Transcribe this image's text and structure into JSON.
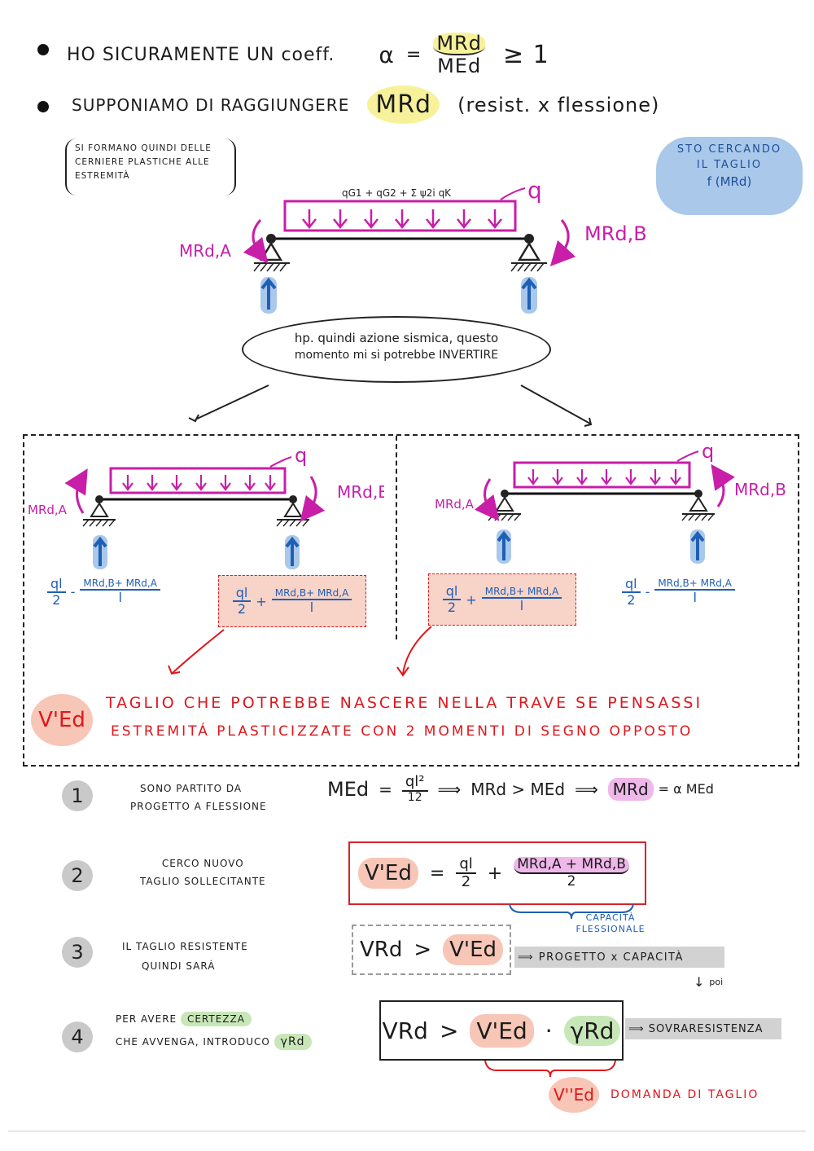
{
  "top": {
    "line1": {
      "text": "HO SICURAMENTE UN coeff.",
      "alpha": "α",
      "equals": "=",
      "num": "MRd",
      "den": "MEd",
      "ge": "≥ 1"
    },
    "line2": {
      "text": "SUPPONIAMO DI RAGGIUNGERE",
      "mrd": "MRd",
      "paren": "(resist. x flessione)"
    }
  },
  "note_plastic": "SI FORMANO QUINDI DELLE CERNIERE PLASTICHE ALLE ESTREMITÀ",
  "blue_note": {
    "line1": "STO CERCANDO",
    "line2": "IL TAGLIO",
    "line3": "f (MRd)"
  },
  "main_beam": {
    "load_label": "qG1 + qG2 + Σ ψ2i qK",
    "q": "q",
    "left_moment": "MRd,A",
    "right_moment": "MRd,B"
  },
  "ellipse_note": {
    "line1": "hp. quindi azione sismica, questo",
    "line2": "momento mi si potrebbe INVERTIRE"
  },
  "case_left": {
    "q": "q",
    "left_moment": "MRd,A",
    "right_moment": "MRd,B",
    "left_expr": {
      "n1": "ql",
      "d1": "2",
      "op": "-",
      "n2": "MRd,B+ MRd,A",
      "d2": "l"
    },
    "right_expr": {
      "n1": "ql",
      "d1": "2",
      "op": "+",
      "n2": "MRd,B+ MRd,A",
      "d2": "l"
    }
  },
  "case_right": {
    "q": "q",
    "left_moment": "MRd,A",
    "right_moment": "MRd,B",
    "left_expr": {
      "n1": "ql",
      "d1": "2",
      "op": "+",
      "n2": "MRd,B+ MRd,A",
      "d2": "l"
    },
    "right_expr": {
      "n1": "ql",
      "d1": "2",
      "op": "-",
      "n2": "MRd,B+ MRd,A",
      "d2": "l"
    }
  },
  "ved_box": {
    "symbol": "V'Ed",
    "line1": "TAGLIO CHE POTREBBE NASCERE NELLA TRAVE SE PENSASSI",
    "line2": "ESTREMITÁ PLASTICIZZATE CON 2 MOMENTI DI SEGNO OPPOSTO"
  },
  "steps": [
    {
      "num": "1",
      "text1": "SONO PARTITO DA",
      "text2": "PROGETTO A FLESSIONE",
      "formula": {
        "lhs": "MEd",
        "eq": "=",
        "num": "ql²",
        "den": "12",
        "arrow1": "⟹",
        "mid": "MRd > MEd",
        "arrow2": "⟹",
        "mrd": "MRd",
        "tail": "= α MEd"
      }
    },
    {
      "num": "2",
      "text1": "CERCO NUOVO",
      "text2": "TAGLIO SOLLECITANTE",
      "formula": {
        "lhs": "V'Ed",
        "eq": "=",
        "n1": "ql",
        "d1": "2",
        "plus": "+",
        "n2": "MRd,A + MRd,B",
        "d2": "2"
      },
      "brace_note": "CAPACITÀ FLESSIONALE"
    },
    {
      "num": "3",
      "text1": "IL TAGLIO RESISTENTE",
      "text2": "QUINDI SARÁ",
      "formula": {
        "lhs": "VRd",
        "gt": ">",
        "rhs": "V'Ed"
      },
      "result": "⟹ PROGETTO x CAPACITÀ",
      "poi": "poi"
    },
    {
      "num": "4",
      "text1": "PER AVERE CERTEZZA",
      "text1_plain": "PER AVERE",
      "text1_hl": "CERTEZZA",
      "text2": "CHE AVVENGA, INTRODUCO",
      "gamma": "γRd",
      "formula": {
        "lhs": "VRd",
        "gt": ">",
        "rhs": "V'Ed",
        "dot": "·",
        "gamma": "γRd"
      },
      "result": "⟹ SOVRARESISTENZA"
    }
  ],
  "bottom_note": {
    "symbol": "V''Ed",
    "text": "DOMANDA DI TAGLIO"
  },
  "colors": {
    "magenta": "#c81ea8",
    "blue": "#1f5fb5",
    "red": "#e0161b",
    "yellow": "#f7f29a",
    "pink": "#efb7ea",
    "salmon": "#f7c6b6",
    "green": "#c8e7b8",
    "lightblue": "#a9c8ea"
  }
}
